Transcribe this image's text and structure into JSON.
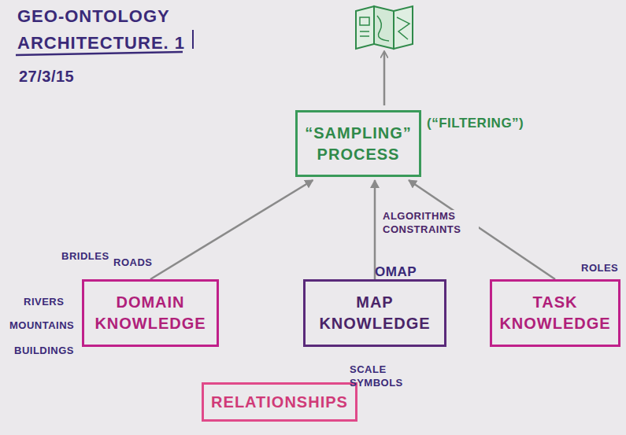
{
  "diagram": {
    "title": "GEO-ONTOLOGY ARCHITECTURE. 1",
    "nodes": [
      {
        "text": [
          "“SAMPLING” PROCESS"
        ]
      },
      {
        "text": [
          "DOMAIN KNOWLEDGE"
        ]
      },
      {
        "text": [
          "MAP KNOWLEDGE"
        ]
      },
      {
        "text": [
          "TASK KNOWLEDGE"
        ]
      },
      {
        "text": [
          "RELATIONSHIPS"
        ]
      }
    ],
    "edges": [
      {
        "from": 1,
        "to": 0,
        "arrow": "to"
      },
      {
        "from": 2,
        "to": 0,
        "label": "ALGORITHMS CONSTRAINTS",
        "arrow": "to"
      },
      {
        "from": 3,
        "to": 0,
        "arrow": "to"
      }
    ],
    "labels": [
      "27/3/15",
      "(“FILTERING”)",
      "BRIDLES",
      "ROADS",
      "RIVERS",
      "MOUNTAINS",
      "BUILDINGS",
      "OMAP",
      "SCALE SYMBOLS",
      "ROLES"
    ]
  }
}
